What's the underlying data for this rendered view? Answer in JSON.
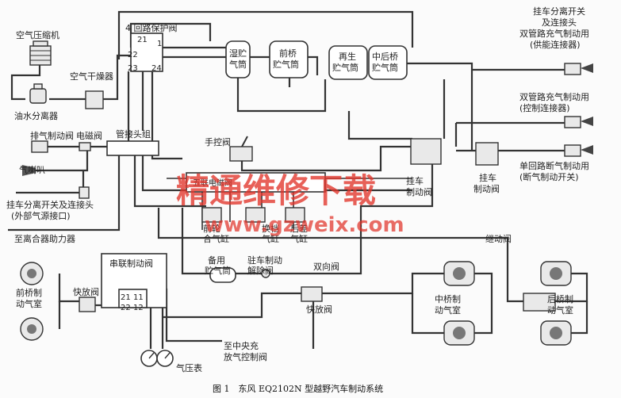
{
  "labels": {
    "air_compressor": "空气压缩机",
    "oil_water_separator": "油水分离器",
    "air_dryer": "空气干燥器",
    "four_circuit_valve": "4 回路保护阀",
    "port_21": "21",
    "port_22": "22",
    "port_23": "23",
    "port_24": "24",
    "port_1": "1",
    "wet_tank_line1": "湿贮",
    "wet_tank_line2": "气筒",
    "front_tank_line1": "前桥",
    "front_tank_line2": "贮气筒",
    "regen_tank_line1": "再生",
    "regen_tank_line2": "贮气筒",
    "mid_rear_tank_line1": "中后桥",
    "mid_rear_tank_line2": "贮气筒",
    "trailer_sep_switch_line1": "挂车分离开关",
    "trailer_sep_switch_line2": "及连接头",
    "dual_charge_supply_line1": "双管路充气制动用",
    "dual_charge_supply_line2": "(供能连接器)",
    "dual_charge_control_line1": "双管路充气制动用",
    "dual_charge_control_line2": "(控制连接器)",
    "single_cut_line1": "单回路断气制动用",
    "single_cut_line2": "(断气制动开关)",
    "exhaust_brake_valve": "排气制动阀",
    "solenoid_valve": "电磁阀",
    "manifold": "管接头组",
    "hand_valve": "手控阀",
    "five_solenoid": "五联电磁阀",
    "horn": "气喇叭",
    "ext_sep_line1": "挂车分离开关及连接头",
    "ext_sep_line2": "(外部气源接口)",
    "clutch_booster": "至离合器助力器",
    "cyl_a_line1": "前轮",
    "cyl_a_line2": "合气缸",
    "cyl_b_line1": "换档",
    "cyl_b_line2": "气缸",
    "cyl_c_line1": "后差",
    "cyl_c_line2": "气缸",
    "trailer_valve_line1": "挂车",
    "trailer_valve_line2": "制动阀",
    "trailer_main_line1": "挂车",
    "trailer_main_line2": "制动阀",
    "relay_valve": "继动阀",
    "tandem_valve": "串联制动阀",
    "backup_tank_line1": "备用",
    "backup_tank_line2": "贮气筒",
    "park_release_line1": "驻车制动",
    "park_release_line2": "解除阀",
    "double_check": "双向阀",
    "front_chamber_line1": "前桥制",
    "front_chamber_line2": "动气室",
    "quick_release_1": "快放阀",
    "quick_release_2": "快放阀",
    "tandem_21": "21",
    "tandem_11": "11",
    "tandem_22": "22",
    "tandem_12": "12",
    "mid_chamber_line1": "中桥制",
    "mid_chamber_line2": "动气室",
    "rear_chamber_line1": "后桥制",
    "rear_chamber_line2": "动气室",
    "gauge": "气压表",
    "central_line1": "至中央充",
    "central_line2": "放气控制阀"
  },
  "watermark": {
    "line1": "精通维修下载",
    "line2": "www.gzweix.com"
  },
  "caption": "图 1　东风 EQ2102N 型越野汽车制动系统"
}
